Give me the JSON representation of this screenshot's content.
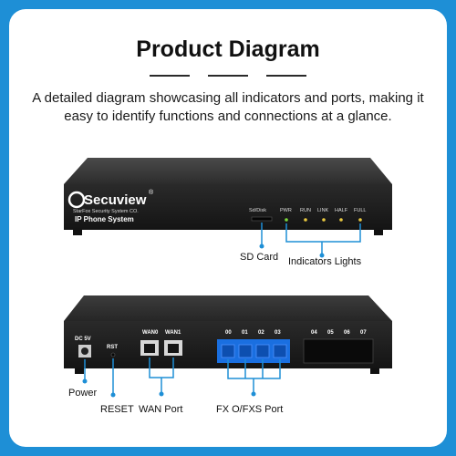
{
  "title": "Product Diagram",
  "description": "A detailed diagram showcasing all indicators and ports, making it easy to identify functions and connections at a glance.",
  "front": {
    "brand": "Secuview",
    "brand_mark": "®",
    "company": "StarFox Security System CO.",
    "product": "IP Phone System",
    "sd_slot_label": "Sd/Disk",
    "leds": [
      "PWR",
      "RUN",
      "LINK",
      "HALF",
      "FULL"
    ]
  },
  "back": {
    "dc_label": "DC 5V",
    "rst_label": "RST",
    "wan_labels": [
      "WAN0",
      "WAN1"
    ],
    "fx_labels": [
      "00",
      "01",
      "02",
      "03"
    ],
    "spare_labels": [
      "04",
      "05",
      "06",
      "07"
    ]
  },
  "callouts": {
    "sd_card": "SD Card",
    "indicators": "Indicators Lights",
    "power": "Power",
    "reset": "RESET",
    "wan_port": "WAN Port",
    "fx_port": "FX O/FXS Port"
  },
  "colors": {
    "accent": "#1e8fd6",
    "port_blue": "#1a6fe0",
    "led_green": "#7bd83a",
    "led_amber": "#e8c840"
  }
}
